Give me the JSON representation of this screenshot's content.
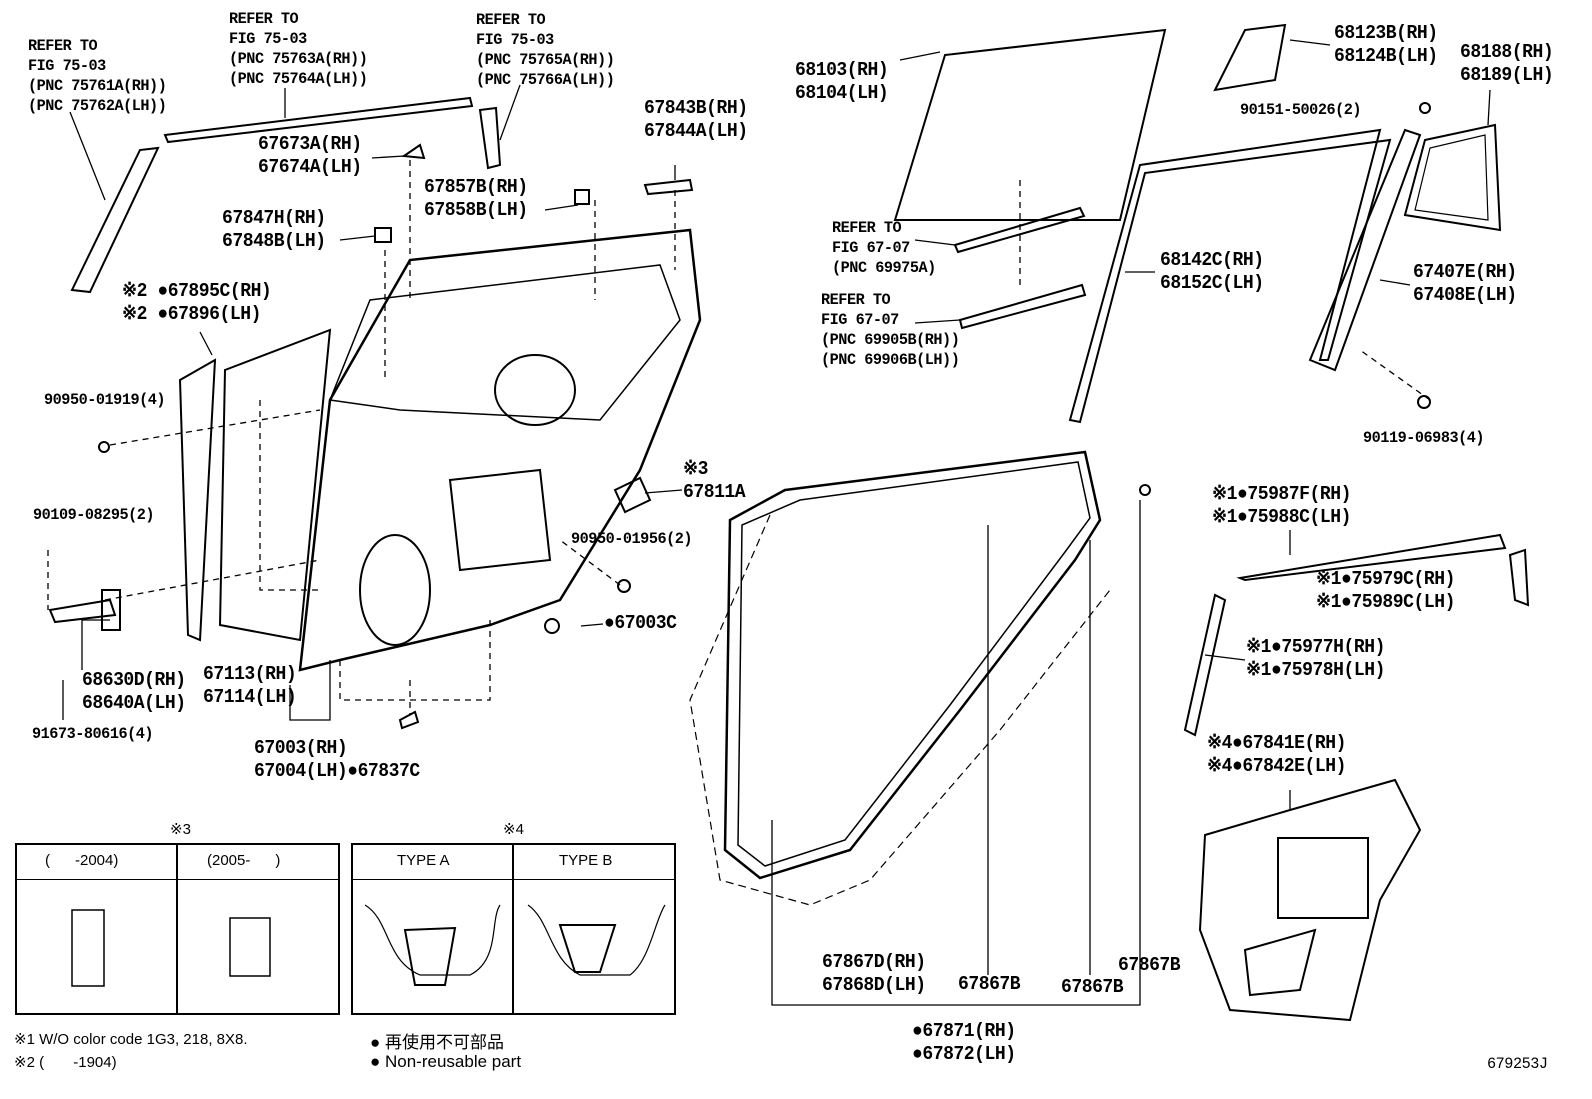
{
  "callouts": [
    "REFER TO\nFIG 75-03\n(PNC 75761A(RH))\n(PNC 75762A(LH))",
    "REFER TO\nFIG 75-03\n(PNC 75763A(RH))\n(PNC 75764A(LH))",
    "REFER TO\nFIG 75-03\n(PNC 75765A(RH))\n(PNC 75766A(LH))",
    "67673A(RH)\n67674A(LH)",
    "67843B(RH)\n67844A(LH)",
    "67857B(RH)\n67858B(LH)",
    "67847H(RH)\n67848B(LH)",
    "※2 ●67895C(RH)\n※2 ●67896(LH)",
    "90950-01919(4)",
    "90109-08295(2)",
    "※3\n67811A",
    "90950-01956(2)",
    "●67003C",
    "68630D(RH)\n68640A(LH)",
    "67113(RH)\n67114(LH)",
    "91673-80616(4)",
    "67003(RH)\n67004(LH)●67837C",
    "68103(RH)\n68104(LH)",
    "68123B(RH)\n68124B(LH)",
    "68188(RH)\n68189(LH)",
    "90151-50026(2)",
    "REFER TO\nFIG 67-07\n(PNC 69975A)",
    "REFER TO\nFIG 67-07\n(PNC 69905B(RH))\n(PNC 69906B(LH))",
    "68142C(RH)\n68152C(LH)",
    "67407E(RH)\n67408E(LH)",
    "90119-06983(4)",
    "※1●75987F(RH)\n※1●75988C(LH)",
    "※1●75979C(RH)\n※1●75989C(LH)",
    "※1●75977H(RH)\n※1●75978H(LH)",
    "※4●67841E(RH)\n※4●67842E(LH)",
    "67867D(RH)\n67868D(LH)",
    "67867B",
    "67867B",
    "67867B",
    "●67871(RH)\n●67872(LH)",
    "679253J"
  ],
  "table3": {
    "mark": "※3",
    "col1": "(      -2004)",
    "col2": "(2005-      )"
  },
  "table4": {
    "mark": "※4",
    "col1": "TYPE A",
    "col2": "TYPE B"
  },
  "notes": {
    "note1": "※1 W/O color code 1G3, 218, 8X8.",
    "note2": "※2 (       -1904)",
    "legend_jp": "● 再使用不可部品",
    "legend_en": "● Non-reusable part"
  }
}
